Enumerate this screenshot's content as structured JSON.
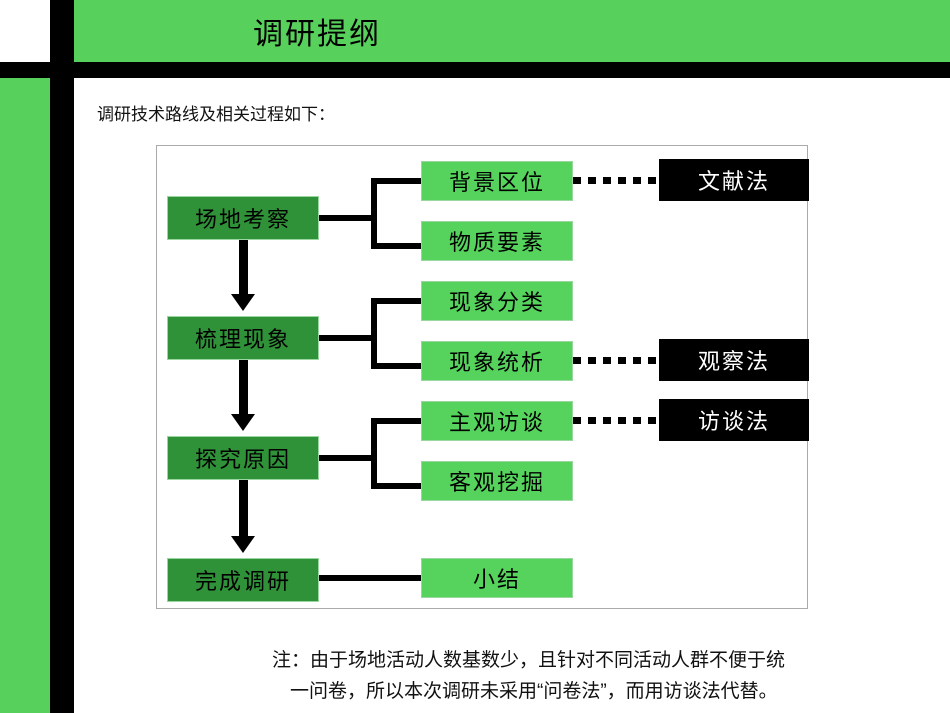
{
  "slide": {
    "title": "调研提纲",
    "lead_text": "调研技术路线及相关过程如下：",
    "accent_green": "#58d15c",
    "stage_green": "#2f9138",
    "sub_green": "#55d35c",
    "method_black": "#000000"
  },
  "flowchart": {
    "type": "flow-diagram",
    "stages": [
      {
        "label": "场地考察"
      },
      {
        "label": "梳理现象"
      },
      {
        "label": "探究原因"
      },
      {
        "label": "完成调研"
      }
    ],
    "subitems": [
      {
        "label": "背景区位",
        "parent": "场地考察"
      },
      {
        "label": "物质要素",
        "parent": "场地考察"
      },
      {
        "label": "现象分类",
        "parent": "梳理现象"
      },
      {
        "label": "现象统析",
        "parent": "梳理现象"
      },
      {
        "label": "主观访谈",
        "parent": "探究原因"
      },
      {
        "label": "客观挖掘",
        "parent": "探究原因"
      },
      {
        "label": "小结",
        "parent": "完成调研"
      }
    ],
    "methods": [
      {
        "label": "文献法",
        "linked_to": "背景区位"
      },
      {
        "label": "观察法",
        "linked_to": "现象统析"
      },
      {
        "label": "访谈法",
        "linked_to": "主观访谈"
      }
    ]
  },
  "note": {
    "line1": "注：由于场地活动人数基数少，且针对不同活动人群不便于统",
    "line2": "一问卷，所以本次调研未采用“问卷法”，而用访谈法代替。"
  }
}
